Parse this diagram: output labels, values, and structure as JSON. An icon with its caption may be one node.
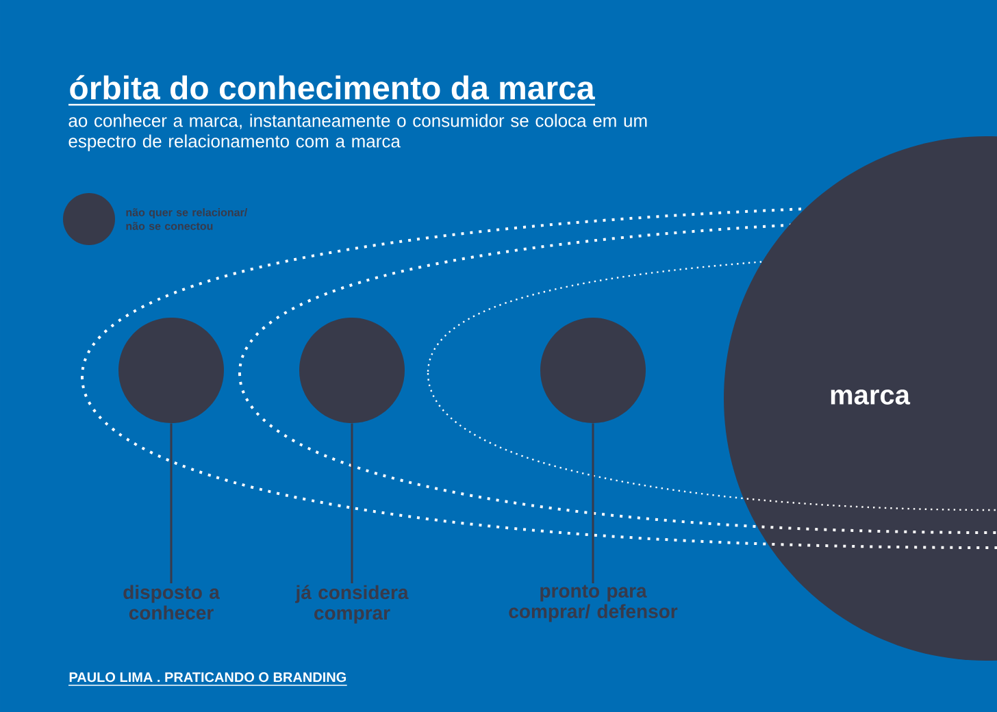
{
  "diagram": {
    "title": "órbita do conhecimento da marca",
    "nodes": [
      {
        "text": [],
        "shape": "circle",
        "beside": [
          "não quer se relacionar/ não se conectou"
        ]
      },
      {
        "text": [],
        "shape": "circle"
      },
      {
        "text": [],
        "shape": "circle"
      },
      {
        "text": [],
        "shape": "circle"
      },
      {
        "text": [
          "disposto a conhecer"
        ]
      },
      {
        "text": [
          "já considera comprar"
        ]
      },
      {
        "text": [
          "pronto para comprar/ defensor"
        ]
      },
      {
        "text": [
          "marca"
        ]
      }
    ],
    "edges": [
      {
        "from": 1,
        "to": 4,
        "arrow": "none"
      },
      {
        "from": 2,
        "to": 5,
        "arrow": "none"
      },
      {
        "from": 3,
        "to": 6,
        "arrow": "none"
      }
    ],
    "labels": [
      "ao conhecer a marca, instantaneamente o consumidor se coloca em um espectro de relacionamento com a marca",
      "PAULO LIMA . PRATICANDO O BRANDING"
    ]
  }
}
